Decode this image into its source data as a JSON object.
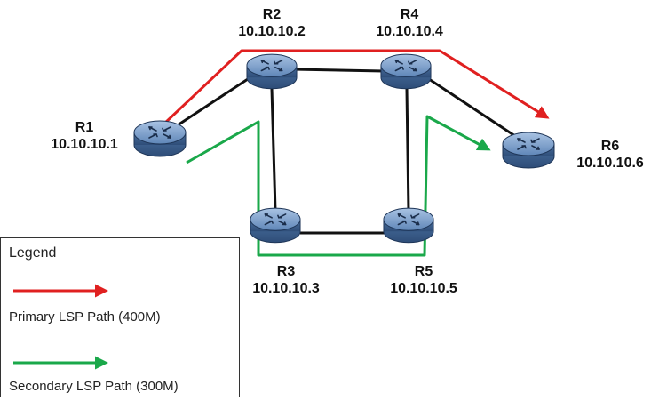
{
  "routers": [
    {
      "id": "r1",
      "name": "R1",
      "ip": "10.10.10.1"
    },
    {
      "id": "r2",
      "name": "R2",
      "ip": "10.10.10.2"
    },
    {
      "id": "r3",
      "name": "R3",
      "ip": "10.10.10.3"
    },
    {
      "id": "r4",
      "name": "R4",
      "ip": "10.10.10.4"
    },
    {
      "id": "r5",
      "name": "R5",
      "ip": "10.10.10.5"
    },
    {
      "id": "r6",
      "name": "R6",
      "ip": "10.10.10.6"
    }
  ],
  "links": [
    [
      "r1",
      "r2"
    ],
    [
      "r2",
      "r4"
    ],
    [
      "r4",
      "r6"
    ],
    [
      "r2",
      "r3"
    ],
    [
      "r3",
      "r5"
    ],
    [
      "r4",
      "r5"
    ]
  ],
  "paths": {
    "primary": {
      "color": "#e02020",
      "route": [
        "r1",
        "r2",
        "r4",
        "r6"
      ]
    },
    "secondary": {
      "color": "#1aa84a",
      "route": [
        "r1",
        "r3",
        "r5",
        "r6"
      ]
    }
  },
  "legend": {
    "title": "Legend",
    "items": [
      {
        "label": "Primary LSP Path (400M)",
        "color": "#e02020"
      },
      {
        "label": "Secondary LSP Path (300M)",
        "color": "#1aa84a"
      }
    ]
  },
  "colors": {
    "router_fill": "#5b82b2",
    "link": "#111111"
  }
}
